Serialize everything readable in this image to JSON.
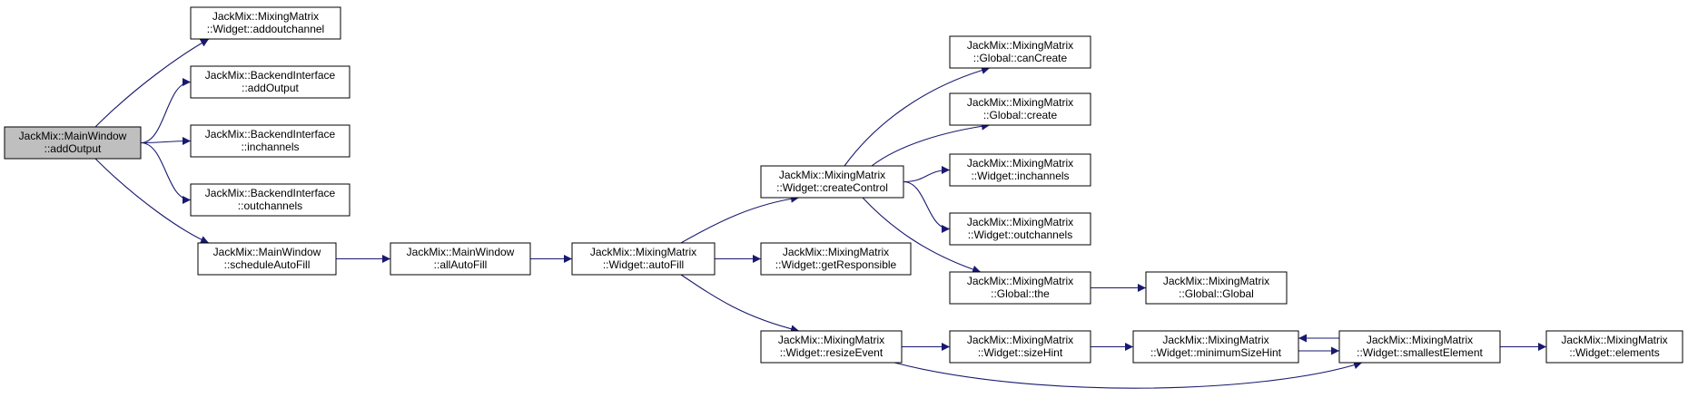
{
  "graph": {
    "edge_color": "#191970",
    "root_fill": "#bfbfbf",
    "nodes": [
      {
        "id": "root",
        "lines": [
          "JackMix::MainWindow",
          "::addOutput"
        ],
        "highlighted": true
      },
      {
        "id": "addoutchannel",
        "lines": [
          "JackMix::MixingMatrix",
          "::Widget::addoutchannel"
        ]
      },
      {
        "id": "addOutputBI",
        "lines": [
          "JackMix::BackendInterface",
          "::addOutput"
        ]
      },
      {
        "id": "inchannelsBI",
        "lines": [
          "JackMix::BackendInterface",
          "::inchannels"
        ]
      },
      {
        "id": "outchannelsBI",
        "lines": [
          "JackMix::BackendInterface",
          "::outchannels"
        ]
      },
      {
        "id": "scheduleAutoFill",
        "lines": [
          "JackMix::MainWindow",
          "::scheduleAutoFill"
        ]
      },
      {
        "id": "allAutoFill",
        "lines": [
          "JackMix::MainWindow",
          "::allAutoFill"
        ]
      },
      {
        "id": "autoFill",
        "lines": [
          "JackMix::MixingMatrix",
          "::Widget::autoFill"
        ]
      },
      {
        "id": "createControl",
        "lines": [
          "JackMix::MixingMatrix",
          "::Widget::createControl"
        ]
      },
      {
        "id": "getResponsible",
        "lines": [
          "JackMix::MixingMatrix",
          "::Widget::getResponsible"
        ]
      },
      {
        "id": "resizeEvent",
        "lines": [
          "JackMix::MixingMatrix",
          "::Widget::resizeEvent"
        ]
      },
      {
        "id": "canCreate",
        "lines": [
          "JackMix::MixingMatrix",
          "::Global::canCreate"
        ]
      },
      {
        "id": "create",
        "lines": [
          "JackMix::MixingMatrix",
          "::Global::create"
        ]
      },
      {
        "id": "inchannelsW",
        "lines": [
          "JackMix::MixingMatrix",
          "::Widget::inchannels"
        ]
      },
      {
        "id": "outchannelsW",
        "lines": [
          "JackMix::MixingMatrix",
          "::Widget::outchannels"
        ]
      },
      {
        "id": "the",
        "lines": [
          "JackMix::MixingMatrix",
          "::Global::the"
        ]
      },
      {
        "id": "Global",
        "lines": [
          "JackMix::MixingMatrix",
          "::Global::Global"
        ]
      },
      {
        "id": "sizeHint",
        "lines": [
          "JackMix::MixingMatrix",
          "::Widget::sizeHint"
        ]
      },
      {
        "id": "minimumSizeHint",
        "lines": [
          "JackMix::MixingMatrix",
          "::Widget::minimumSizeHint"
        ]
      },
      {
        "id": "smallestElement",
        "lines": [
          "JackMix::MixingMatrix",
          "::Widget::smallestElement"
        ]
      },
      {
        "id": "elements",
        "lines": [
          "JackMix::MixingMatrix",
          "::Widget::elements"
        ]
      }
    ],
    "edges": [
      [
        "root",
        "addoutchannel"
      ],
      [
        "root",
        "addOutputBI"
      ],
      [
        "root",
        "inchannelsBI"
      ],
      [
        "root",
        "outchannelsBI"
      ],
      [
        "root",
        "scheduleAutoFill"
      ],
      [
        "scheduleAutoFill",
        "allAutoFill"
      ],
      [
        "allAutoFill",
        "autoFill"
      ],
      [
        "autoFill",
        "createControl"
      ],
      [
        "autoFill",
        "getResponsible"
      ],
      [
        "autoFill",
        "resizeEvent"
      ],
      [
        "createControl",
        "canCreate"
      ],
      [
        "createControl",
        "create"
      ],
      [
        "createControl",
        "inchannelsW"
      ],
      [
        "createControl",
        "outchannelsW"
      ],
      [
        "createControl",
        "the"
      ],
      [
        "the",
        "Global"
      ],
      [
        "resizeEvent",
        "sizeHint"
      ],
      [
        "resizeEvent",
        "smallestElement"
      ],
      [
        "sizeHint",
        "minimumSizeHint"
      ],
      [
        "minimumSizeHint",
        "smallestElement"
      ],
      [
        "smallestElement",
        "minimumSizeHint"
      ],
      [
        "smallestElement",
        "elements"
      ]
    ]
  }
}
